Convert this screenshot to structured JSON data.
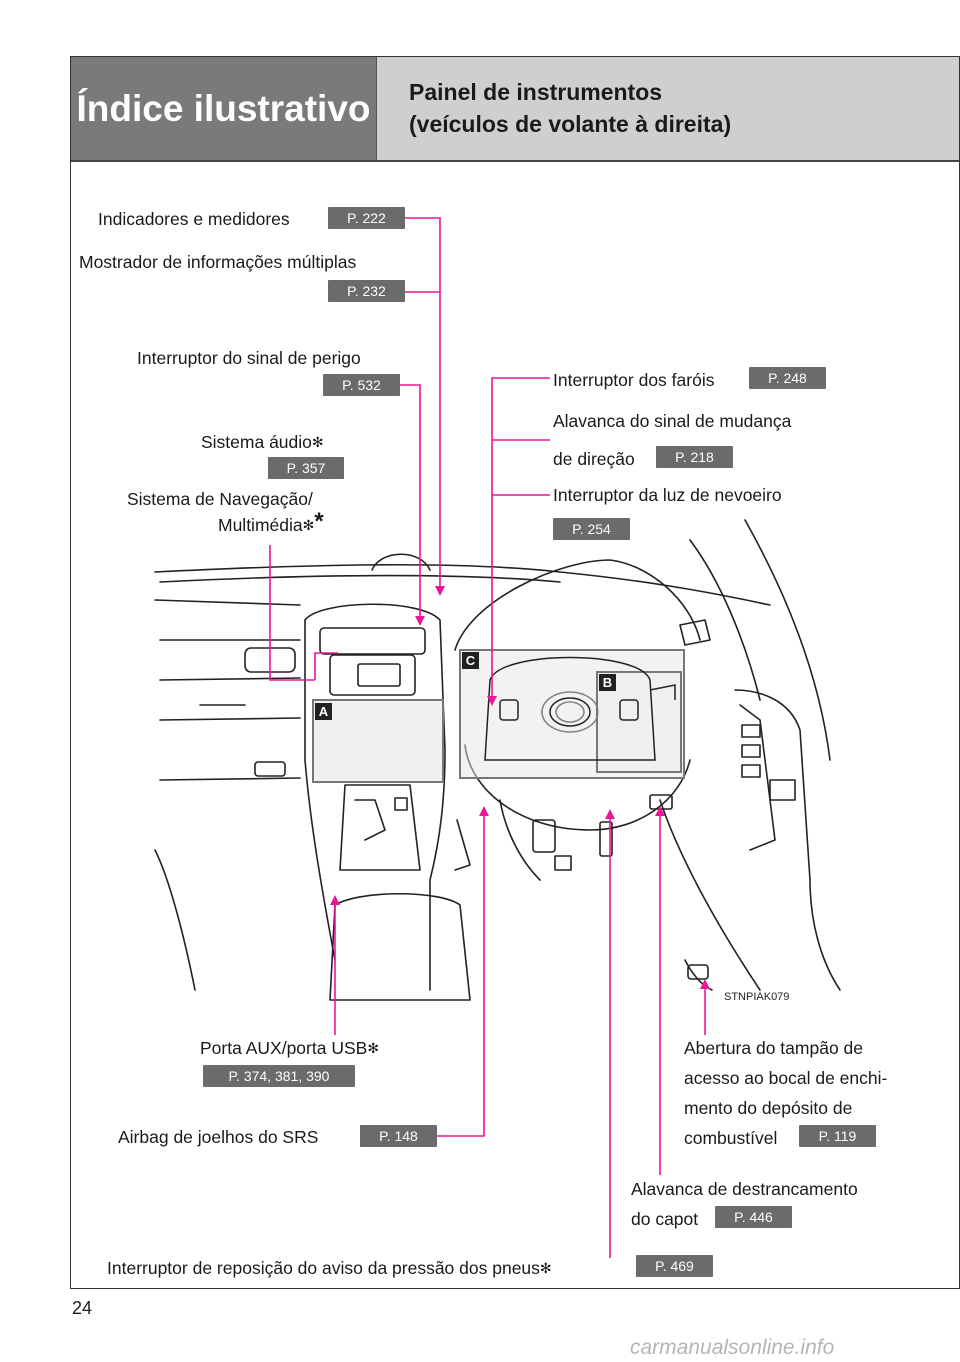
{
  "header": {
    "section_title": "Índice ilustrativo",
    "subtitle_line1": "Painel de instrumentos",
    "subtitle_line2": "(veículos de volante à direita)"
  },
  "callouts": {
    "gauges": {
      "label": "Indicadores e medidores",
      "page": "P. 222"
    },
    "multi_info": {
      "label": "Mostrador de informações múltiplas",
      "page": "P. 232"
    },
    "hazard": {
      "label": "Interruptor do sinal de perigo",
      "page": "P. 532"
    },
    "audio": {
      "label": "Sistema áudio",
      "page": "P. 357"
    },
    "nav_line1": "Sistema de Navegação/",
    "nav_line2": "Multimédia",
    "headlights": {
      "label": "Interruptor dos faróis",
      "page": "P. 248"
    },
    "turn_signal_line1": "Alavanca do sinal de mudança",
    "turn_signal_line2": "de direção",
    "turn_signal_page": "P. 218",
    "fog": {
      "label": "Interruptor da luz de nevoeiro",
      "page": "P. 254"
    },
    "aux_usb": {
      "label": "Porta AUX/porta USB",
      "page": "P. 374, 381, 390"
    },
    "knee_airbag": {
      "label": "Airbag de joelhos do SRS",
      "page": "P. 148"
    },
    "fuel_line1": "Abertura do tampão de",
    "fuel_line2": "acesso ao bocal de enchi-",
    "fuel_line3": "mento do depósito de",
    "fuel_line4": "combustível",
    "fuel_page": "P. 119",
    "hood_line1": "Alavanca de destrancamento",
    "hood_line2": "do capot",
    "hood_page": "P. 446",
    "tire": {
      "label": "Interruptor de reposição do aviso da pressão dos pneus",
      "page": "P. 469"
    }
  },
  "symbols": {
    "asterisk": "✻",
    "star": "*"
  },
  "tags": {
    "a": "A",
    "b": "B",
    "c": "C"
  },
  "figure_code": "STNPIAK079",
  "page_number": "24",
  "watermark": "carmanualsonline.info",
  "colors": {
    "leader": "#e8179a",
    "header_dark": "#7a7a7a",
    "header_light": "#cfcfcf",
    "page_badge": "#6b6b6b"
  }
}
